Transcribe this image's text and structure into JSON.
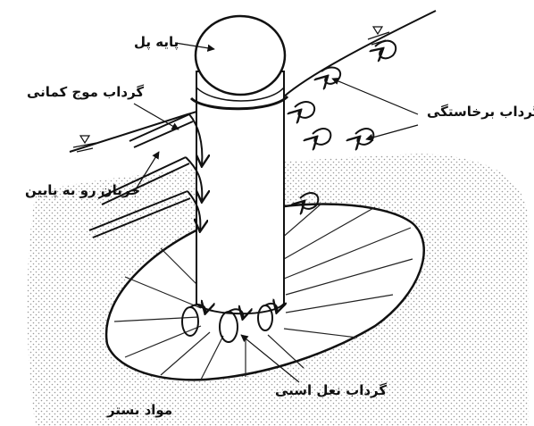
{
  "labels": {
    "pier": "پایه پل",
    "bow_wave_vortex": "گرداب موج کمانی",
    "downflow": "جریان رو به پایین",
    "wake_vortices": "گرداب برخاستگی",
    "horseshoe_vortex": "گرداب نعل اسبی",
    "bed_material": "مواد بستر"
  }
}
